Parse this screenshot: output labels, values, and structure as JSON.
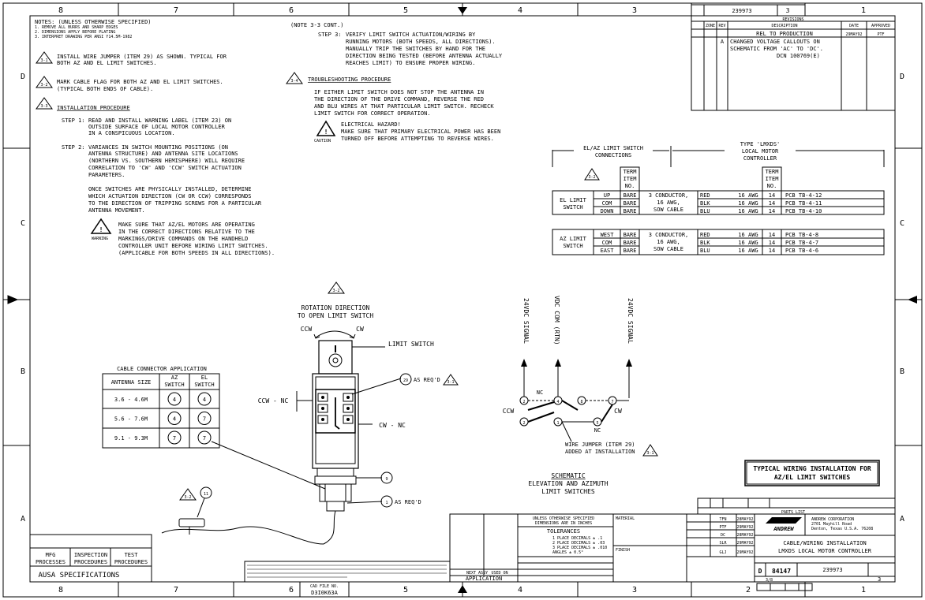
{
  "border": {
    "top_zones": [
      "8",
      "7",
      "6",
      "5",
      "4",
      "3",
      "2",
      "1"
    ],
    "bottom_zones": [
      "8",
      "7",
      "6",
      "5",
      "4",
      "3",
      "2",
      "1"
    ],
    "side_zones": [
      "D",
      "C",
      "B",
      "A"
    ]
  },
  "title_block_top": {
    "dwg_no": "239973",
    "sheet": "3",
    "revisions_title": "REVISIONS",
    "headers": [
      "ZONE",
      "REV",
      "DESCRIPTION",
      "DATE",
      "APPROVED"
    ],
    "rev0_desc": "REL TO PRODUCTION",
    "rev0_date": "29MAY92",
    "rev0_appr": "PTF",
    "revA": "A",
    "revA_line1": "CHANGED VOLTAGE CALLOUTS ON",
    "revA_line2": "SCHEMATIC FROM 'AC' TO 'DC'.",
    "revA_line3": "DCN 100769(E)"
  },
  "notes": {
    "title": "NOTES: (UNLESS OTHERWISE SPECIFIED)",
    "fine": [
      "1. REMOVE ALL BURRS AND SHARP EDGES",
      "2. DIMENSIONS APPLY BEFORE PLATING",
      "3. INTERPRET DRAWING PER ANSI Y14.5M-1982"
    ],
    "n31_line1": "INSTALL WIRE JUMPER (ITEM 29) AS SHOWN. TYPICAL FOR",
    "n31_line2": "BOTH AZ AND EL LIMIT SWITCHES.",
    "n32_line1": "MARK CABLE FLAG FOR BOTH AZ AND EL LIMIT SWITCHES.",
    "n32_line2": "(TYPICAL BOTH ENDS OF CABLE).",
    "n33_title": "INSTALLATION PROCEDURE",
    "step1_label": "STEP 1:",
    "step1": [
      "READ AND INSTALL WARNING LABEL (ITEM 23) ON",
      "OUTSIDE SURFACE OF LOCAL MOTOR CONTROLLER",
      "IN A CONSPICUOUS LOCATION."
    ],
    "step2_label": "STEP 2:",
    "step2": [
      "VARIANCES IN SWITCH MOUNTING POSITIONS (ON",
      "ANTENNA STRUCTURE) AND ANTENNA SITE LOCATIONS",
      "(NORTHERN VS. SOUTHERN HEMISPHERE) WILL REQUIRE",
      "CORRELATION TO 'CW' AND 'CCW' SWITCH ACTUATION",
      "PARAMETERS."
    ],
    "step2b": [
      "ONCE SWITCHES ARE PHYSICALLY INSTALLED, DETERMINE",
      "WHICH ACTUATION DIRECTION (CW OR CCW) CORRESPONDS",
      "TO THE DIRECTION OF TRIPPING SCREWS FOR A PARTICULAR",
      "ANTENNA MOVEMENT."
    ],
    "warning": [
      "MAKE SURE THAT AZ/EL MOTORS ARE OPERATING",
      "IN THE CORRECT DIRECTIONS RELATIVE TO THE",
      "MARKINGS/DRIVE COMMANDS ON THE HANDHELD",
      "CONTROLLER UNIT BEFORE WIRING LIMIT SWITCHES.",
      "(APPLICABLE FOR BOTH SPEEDS IN ALL DIRECTIONS)."
    ],
    "warning_label": "WARNING",
    "cont_title": "(NOTE 3-3 CONT.)",
    "step3_label": "STEP 3:",
    "step3": [
      "VERIFY LIMIT SWITCH ACTUATION/WIRING BY",
      "RUNNING MOTORS (BOTH SPEEDS, ALL DIRECTIONS).",
      "MANUALLY TRIP THE SWITCHES BY HAND FOR THE",
      "DIRECTION BEING TESTED (BEFORE ANTENNA ACTUALLY",
      "REACHES LIMIT) TO ENSURE PROPER WIRING."
    ],
    "n34_title": "TROUBLESHOOTING PROCEDURE",
    "n34": [
      "IF EITHER LIMIT SWITCH DOES NOT STOP THE ANTENNA IN",
      "THE DIRECTION OF THE DRIVE COMMAND, REVERSE THE RED",
      "AND BLU WIRES AT THAT PARTICULAR LIMIT SWITCH. RECHECK",
      "LIMIT SWITCH FOR CORRECT OPERATION."
    ],
    "caution_label": "CAUTION",
    "caution": [
      "ELECTRICAL HAZARD!",
      "MAKE SURE THAT PRIMARY ELECTRICAL POWER HAS BEEN",
      "TURNED OFF BEFORE ATTEMPTING TO REVERSE WIRES."
    ]
  },
  "tags": [
    "3-1",
    "3-2",
    "3-3",
    "3-4"
  ],
  "connections": {
    "left_header": [
      "EL/AZ LIMIT SWITCH",
      "CONNECTIONS"
    ],
    "right_header": [
      "TYPE 'LMXDS'",
      "LOCAL MOTOR",
      "CONTROLLER"
    ],
    "term_header": [
      "TERM",
      "ITEM",
      "NO."
    ],
    "el_name": [
      "EL LIMIT",
      "SWITCH"
    ],
    "az_name": [
      "AZ LIMIT",
      "SWITCH"
    ],
    "cable": [
      "3 CONDUCTOR,",
      "16 AWG,",
      "SOW CABLE"
    ],
    "el_rows": [
      {
        "pos": "UP",
        "term": "BARE",
        "color": "RED",
        "awg": "16 AWG",
        "item": "14",
        "pcb": "PCB TB-4-12"
      },
      {
        "pos": "COM",
        "term": "BARE",
        "color": "BLK",
        "awg": "16 AWG",
        "item": "14",
        "pcb": "PCB TB-4-11"
      },
      {
        "pos": "DOWN",
        "term": "BARE",
        "color": "BLU",
        "awg": "16 AWG",
        "item": "14",
        "pcb": "PCB TB-4-10"
      }
    ],
    "az_rows": [
      {
        "pos": "WEST",
        "term": "BARE",
        "color": "RED",
        "awg": "16 AWG",
        "item": "14",
        "pcb": "PCB TB-4-8"
      },
      {
        "pos": "COM",
        "term": "BARE",
        "color": "BLK",
        "awg": "16 AWG",
        "item": "14",
        "pcb": "PCB TB-4-7"
      },
      {
        "pos": "EAST",
        "term": "BARE",
        "color": "BLU",
        "awg": "16 AWG",
        "item": "14",
        "pcb": "PCB TB-4-6"
      }
    ]
  },
  "switch_drawing": {
    "rotation": [
      "ROTATION DIRECTION",
      "TO OPEN LIMIT SWITCH"
    ],
    "ccw": "CCW",
    "cw": "CW",
    "limit_switch": "LIMIT SWITCH",
    "ccw_nc": "CCW - NC",
    "cw_nc": "CW - NC",
    "item29": "29",
    "as_reqd": "AS REQ'D",
    "item9": "9",
    "item11": "11",
    "item1": "1",
    "as_reqd2": "AS REQ'D"
  },
  "cable_table": {
    "title": "CABLE CONNECTOR APPLICATION",
    "headers": [
      "ANTENNA SIZE",
      "AZ SWITCH",
      "EL SWITCH"
    ],
    "rows": [
      {
        "size": "3.6 - 4.6M",
        "az": "4",
        "el": "4"
      },
      {
        "size": "5.6 - 7.6M",
        "az": "4",
        "el": "7"
      },
      {
        "size": "9.1 - 9.3M",
        "az": "7",
        "el": "7"
      }
    ]
  },
  "schematic": {
    "sig1": "24VDC SIGNAL",
    "com": "VDC COM (RTN)",
    "sig2": "24VDC SIGNAL",
    "nc": "NC",
    "ccw": "CCW",
    "cw": "CW",
    "nodes": [
      "1",
      "2",
      "4",
      "5",
      "7",
      "8"
    ],
    "jumper": [
      "WIRE JUMPER (ITEM 29)",
      "ADDED AT INSTALLATION"
    ],
    "caption": [
      "SCHEMATIC",
      "ELEVATION AND AZIMUTH",
      "LIMIT SWITCHES"
    ]
  },
  "title_box": [
    "TYPICAL WIRING INSTALLATION FOR",
    "AZ/EL LIMIT SWITCHES"
  ],
  "title_block": {
    "parts_list": "PARTS LIST",
    "company": [
      "ANDREW CORPORATION",
      "2701 Mayhill Road",
      "Denton, Texas U.S.A. 76208"
    ],
    "logo": "ANDREW",
    "title": [
      "CABLE/WIRING INSTALLATION",
      "LMXDS LOCAL MOTOR CONTROLLER"
    ],
    "size": "D",
    "code": "84147",
    "dwg_no": "239973",
    "scale": "3/8",
    "sheet": "3",
    "names": [
      "TFN",
      "PTF",
      "DC",
      "SLR",
      "GLJ"
    ],
    "dates": [
      "28MAY92",
      "29MAY92",
      "28MAY92",
      "29MAY92",
      "29MAY92"
    ],
    "tolerances": "TOLERANCES",
    "tol_lines": [
      "1 PLACE DECIMALS ± .1",
      "2 PLACE DECIMALS ± .03",
      "3 PLACE DECIMALS ± .010",
      "ANGLES ± 0.5°"
    ],
    "unless": [
      "UNLESS OTHERWISE SPECIFIED",
      "DIMENSIONS ARE IN INCHES"
    ],
    "material": "MATERIAL",
    "finish": "FINISH",
    "next_assy": "NEXT ASSY",
    "used_on": "USED ON",
    "application": "APPLICATION",
    "cad_file": "CAD FILE NO.",
    "cad_no": "D3I0K63A"
  },
  "ausa": {
    "cells": [
      "MFG PROCESSES",
      "INSPECTION PROCEDURES",
      "TEST PROCEDURES"
    ],
    "spec": "AUSA SPECIFICATIONS"
  }
}
